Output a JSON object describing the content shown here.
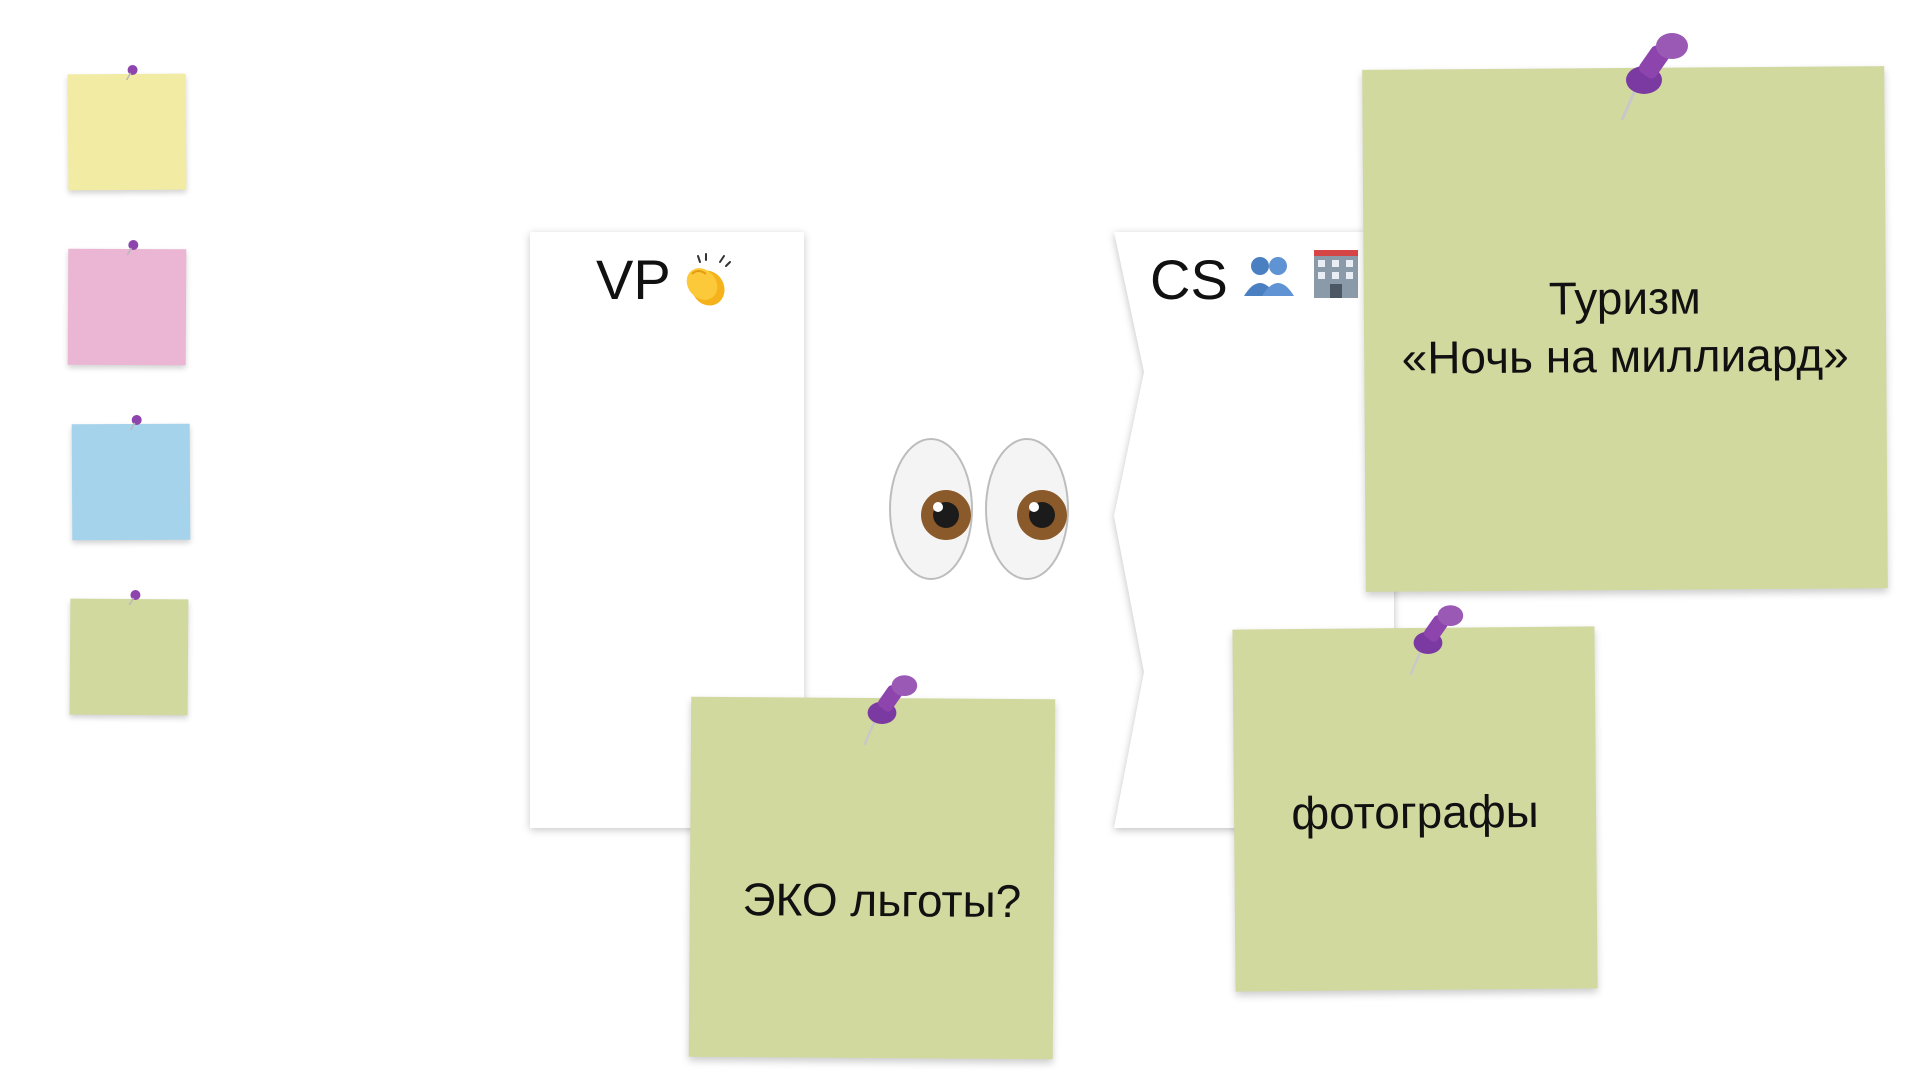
{
  "colors": {
    "yellow": "#f2eba3",
    "pink": "#ebb6d3",
    "blue": "#a5d3eb",
    "green": "#d1d99f",
    "pin": "#8e44ad"
  },
  "palette": [
    {
      "name": "yellow-sticky-swatch",
      "color": "yellow"
    },
    {
      "name": "pink-sticky-swatch",
      "color": "pink"
    },
    {
      "name": "blue-sticky-swatch",
      "color": "blue"
    },
    {
      "name": "green-sticky-swatch",
      "color": "green"
    }
  ],
  "panels": {
    "vp": {
      "title": "VP",
      "icon": "clapping-hands-icon"
    },
    "cs": {
      "title": "CS",
      "icons": [
        "people-icon",
        "hotel-icon"
      ]
    }
  },
  "eyes_icon": "eyes-icon",
  "notes": {
    "tourism": {
      "line1": "Туризм",
      "line2": "«Ночь на миллиард»"
    },
    "eco": {
      "text": "ЭКО льготы?"
    },
    "photographers": {
      "text": "фотографы"
    }
  }
}
